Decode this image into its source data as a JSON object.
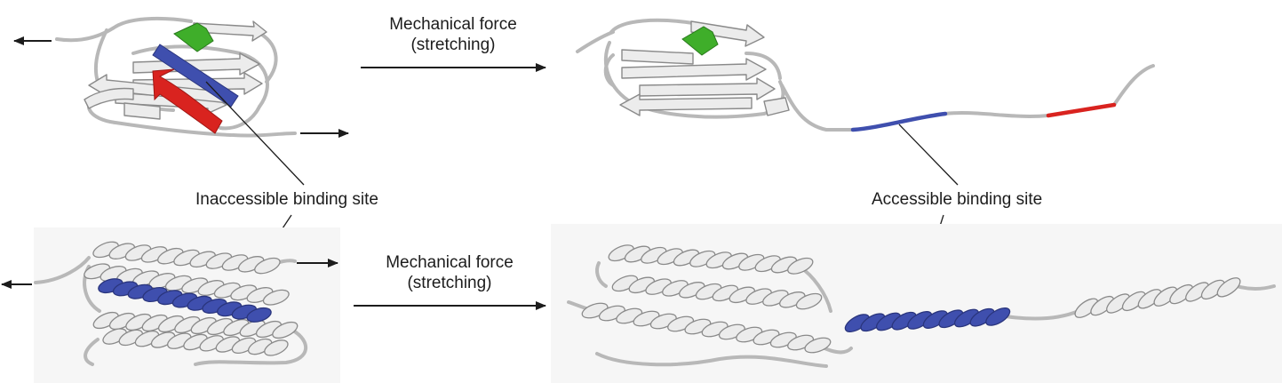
{
  "labels": {
    "force_top_line1": "Mechanical force",
    "force_top_line2": "(stretching)",
    "force_bottom_line1": "Mechanical force",
    "force_bottom_line2": "(stretching)",
    "inaccessible": "Inaccessible binding site",
    "accessible": "Accessible binding site"
  },
  "colors": {
    "ribbon": "#ececec",
    "ribbon_edge": "#8a8a8a",
    "binding_site": "#3f4fae",
    "strand_red": "#d9231f",
    "strand_green": "#3fae2a",
    "line": "#1c1c1c"
  }
}
